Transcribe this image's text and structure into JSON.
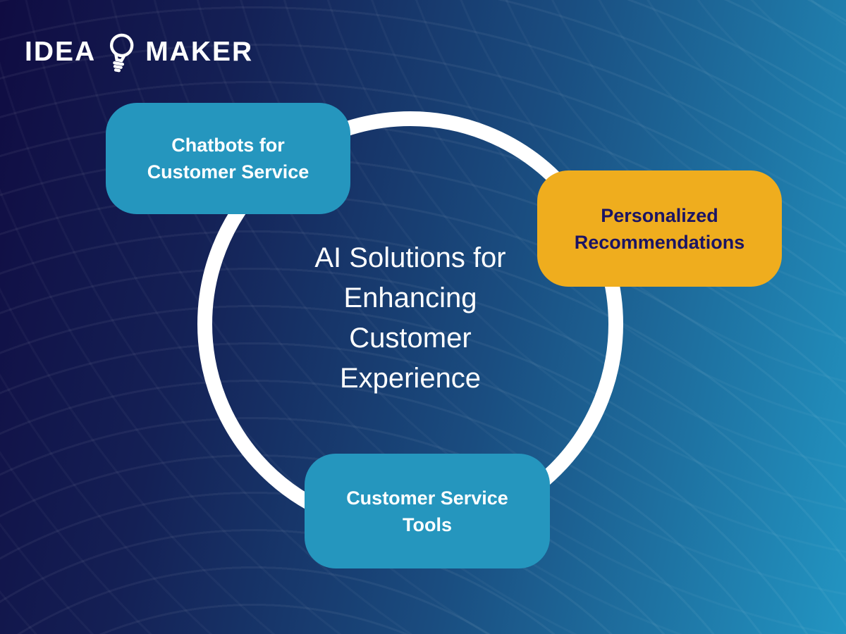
{
  "logo": {
    "word1": "IDEA",
    "word2": "MAKER"
  },
  "diagram": {
    "title": "AI Solutions for\nEnhancing\nCustomer\nExperience",
    "nodes": [
      {
        "id": "chatbots-for-customer-service",
        "label": "Chatbots for\nCustomer Service",
        "color": "#2596be",
        "text_color": "#ffffff"
      },
      {
        "id": "personalized-recommendations",
        "label": "Personalized\nRecommendations",
        "color": "#efad1e",
        "text_color": "#1b1464"
      },
      {
        "id": "customer-service-tools",
        "label": "Customer Service\nTools",
        "color": "#2596be",
        "text_color": "#ffffff"
      }
    ],
    "ring_color": "#ffffff"
  },
  "colors": {
    "background_gradient_start": "#100c42",
    "background_gradient_end": "#2295c2",
    "teal_card": "#2596be",
    "yellow_card": "#efad1e",
    "navy_text": "#1b1464",
    "white": "#ffffff"
  }
}
